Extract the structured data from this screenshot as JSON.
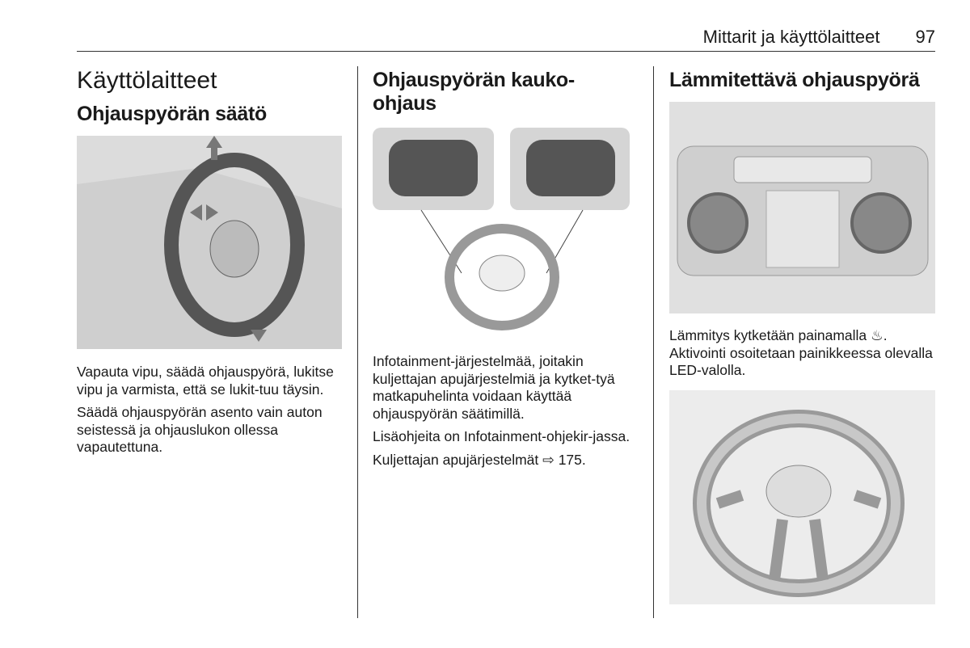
{
  "header": {
    "section": "Mittarit ja käyttölaitteet",
    "page_number": "97"
  },
  "col1": {
    "title": "Käyttölaitteet",
    "subtitle": "Ohjauspyörän säätö",
    "paragraphs": [
      "Vapauta vipu, säädä ohjauspyörä, lukitse vipu ja varmista, että se lukit-tuu täysin.",
      "Säädä ohjauspyörän asento vain auton seistessä ja ohjauslukon ollessa vapautettuna."
    ]
  },
  "col2": {
    "title": "Ohjauspyörän kauko-ohjaus",
    "paragraphs": [
      "Infotainment-järjestelmää, joitakin kuljettajan apujärjestelmiä ja kytket-tyä matkapuhelinta voidaan käyttää ohjauspyörän säätimillä.",
      "Lisäohjeita on Infotainment-ohjekir-jassa."
    ],
    "xref_text": "Kuljettajan apujärjestelmät",
    "xref_page": "175"
  },
  "col3": {
    "title": "Lämmitettävä ohjauspyörä",
    "para1_before": "Lämmitys kytketään painamalla",
    "para1_after": ".",
    "paragraphs": [
      "Aktivointi osoitetaan painikkeessa olevalla LED-valolla."
    ]
  }
}
